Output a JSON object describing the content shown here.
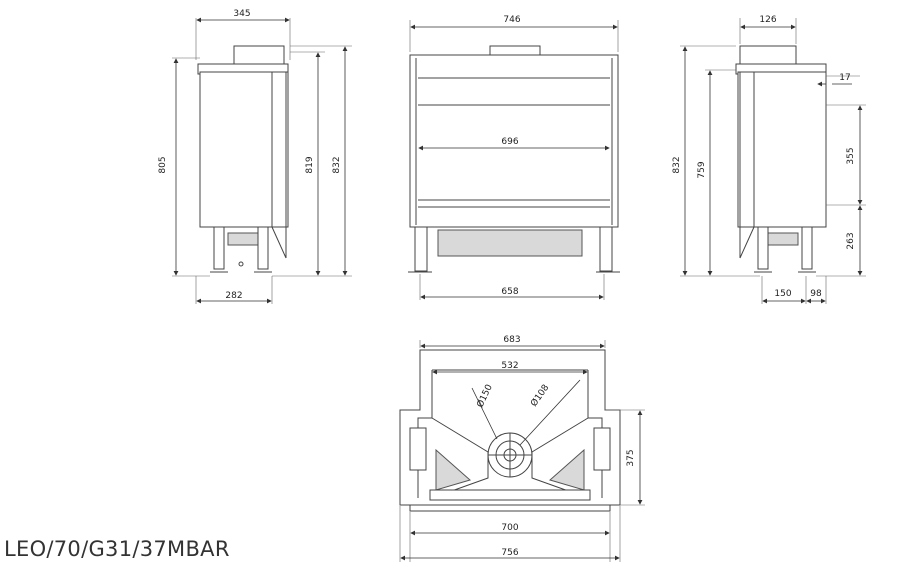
{
  "model_label": "LEO/70/G31/37MBAR",
  "views": {
    "side_left": {
      "width_top": "345",
      "depth_bottom": "282",
      "height_left": "805",
      "height_mid": "819",
      "height_right": "832"
    },
    "front": {
      "width_top": "746",
      "glass_width": "696",
      "base_width": "658"
    },
    "side_right": {
      "flue_offset": "126",
      "offset_small": "17",
      "height_left": "832",
      "height_inner": "759",
      "upper": "355",
      "lower": "263",
      "base_left": "150",
      "base_right": "98"
    },
    "top": {
      "width_top": "683",
      "inner_width": "532",
      "flue_outer": "Ø150",
      "flue_inner": "Ø108",
      "depth_right": "375",
      "base_inner": "700",
      "base_outer": "756"
    }
  }
}
